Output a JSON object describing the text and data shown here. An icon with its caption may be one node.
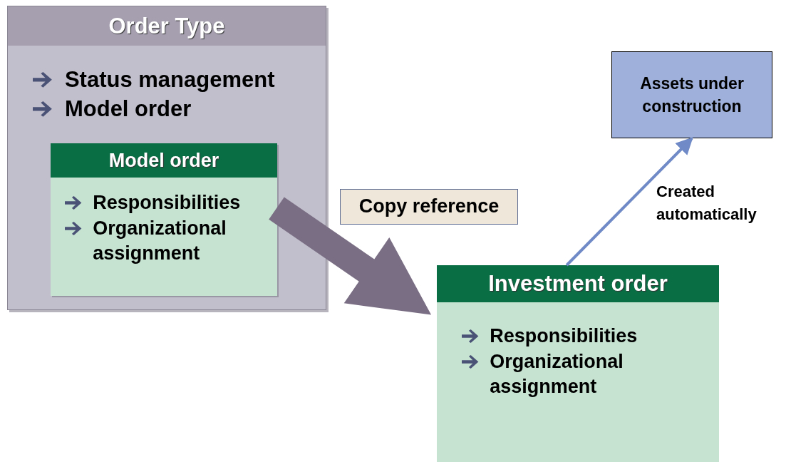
{
  "diagram": {
    "nodes": [
      {
        "text": [
          "Order Type",
          "Status management",
          "Model order"
        ]
      },
      {
        "text": [
          "Model order",
          "Responsibilities",
          "Organizational assignment"
        ],
        "in": 0
      },
      {
        "text": [
          "Copy reference"
        ]
      },
      {
        "text": [
          "Investment order",
          "Responsibilities",
          "Organizational assignment"
        ]
      },
      {
        "text": [
          "Assets under construction"
        ]
      }
    ],
    "edges": [
      {
        "from": 1,
        "to": 3,
        "arrow": "to",
        "style": "thick",
        "color": "#7a6e84"
      },
      {
        "from": 3,
        "to": 4,
        "arrow": "to",
        "label": "Created automatically",
        "color": "#6f8ac6"
      }
    ]
  }
}
